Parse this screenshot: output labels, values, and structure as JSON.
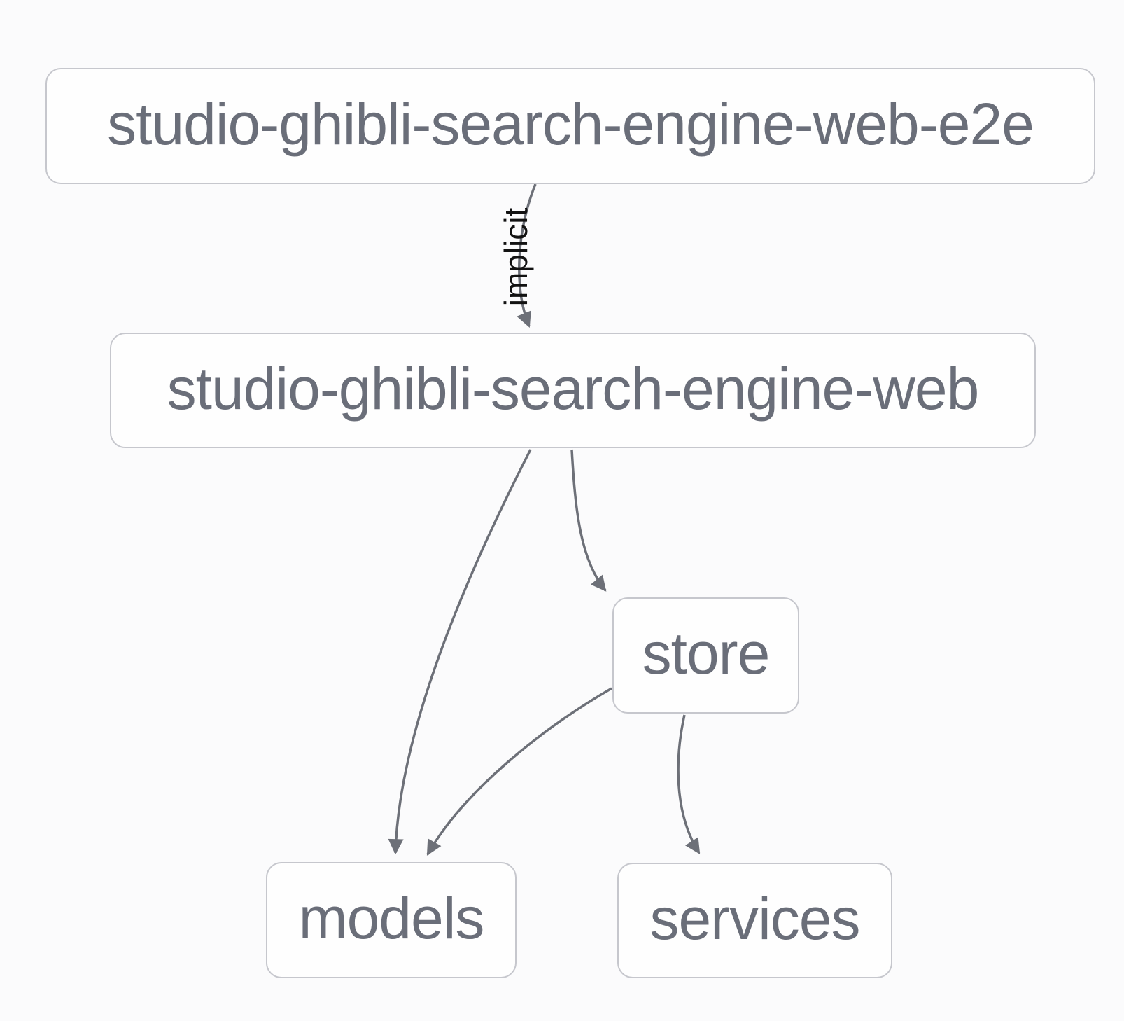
{
  "diagram": {
    "type": "dependency-graph",
    "nodes": [
      {
        "id": "studio-ghibli-search-engine-web-e2e",
        "label": "studio-ghibli-search-engine-web-e2e"
      },
      {
        "id": "studio-ghibli-search-engine-web",
        "label": "studio-ghibli-search-engine-web"
      },
      {
        "id": "store",
        "label": "store"
      },
      {
        "id": "models",
        "label": "models"
      },
      {
        "id": "services",
        "label": "services"
      }
    ],
    "edges": [
      {
        "from": "studio-ghibli-search-engine-web-e2e",
        "to": "studio-ghibli-search-engine-web",
        "label": "implicit"
      },
      {
        "from": "studio-ghibli-search-engine-web",
        "to": "models",
        "label": ""
      },
      {
        "from": "studio-ghibli-search-engine-web",
        "to": "store",
        "label": ""
      },
      {
        "from": "store",
        "to": "models",
        "label": ""
      },
      {
        "from": "store",
        "to": "services",
        "label": ""
      }
    ],
    "colors": {
      "background": "#fbfbfc",
      "node_fill": "#fefefe",
      "node_border": "#c6c7cd",
      "node_text": "#6a6e79",
      "edge_stroke": "#6d7078",
      "edge_label_text": "#121212"
    }
  }
}
